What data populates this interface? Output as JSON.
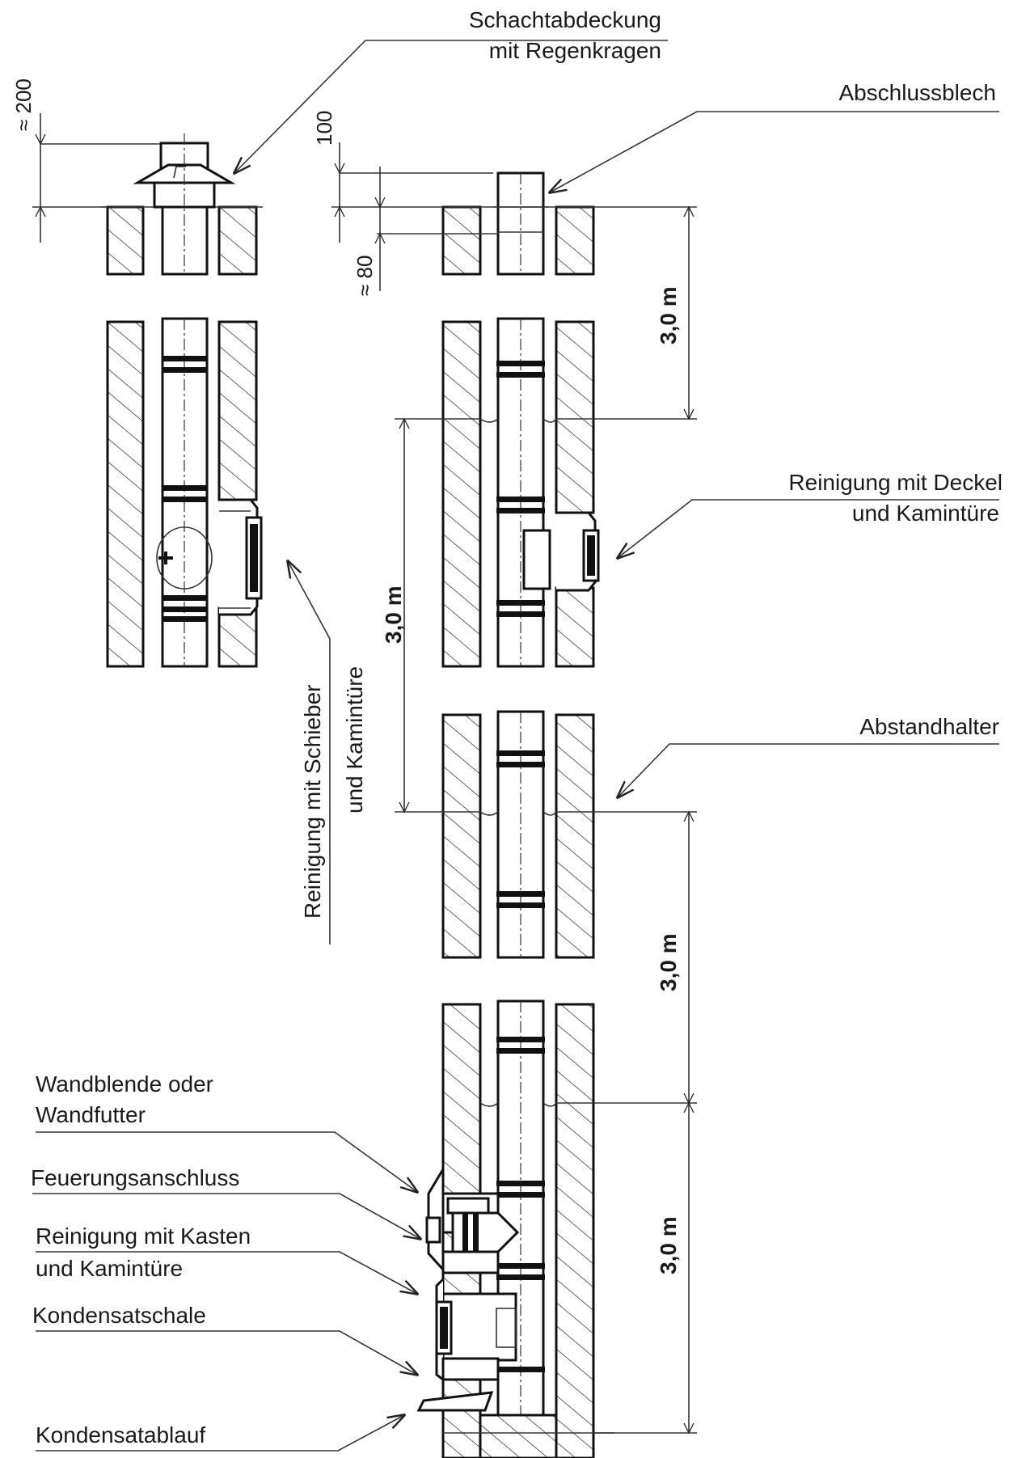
{
  "labels": {
    "schacht_line1": "Schachtabdeckung",
    "schacht_line2": "mit Regenkragen",
    "abschlussblech": "Abschlussblech",
    "deckel_line1": "Reinigung mit Deckel",
    "deckel_line2": "und Kamintüre",
    "abstandhalter": "Abstandhalter",
    "schieber_line1": "Reinigung mit Schieber",
    "schieber_line2": "und Kamintüre",
    "wandblende_line1": "Wandblende oder",
    "wandblende_line2": "Wandfutter",
    "feuerung": "Feuerungsanschluss",
    "kasten_line1": "Reinigung mit Kasten",
    "kasten_line2": "und Kamintüre",
    "kondensatschale": "Kondensatschale",
    "kondensatablauf": "Kondensatablauf"
  },
  "dimensions": {
    "d200": "≈ 200",
    "d100": "100",
    "d80": "≈ 80",
    "spacing_1": "3,0 m",
    "spacing_2": "3,0 m",
    "spacing_3": "3,0 m",
    "spacing_4": "3,0 m"
  }
}
